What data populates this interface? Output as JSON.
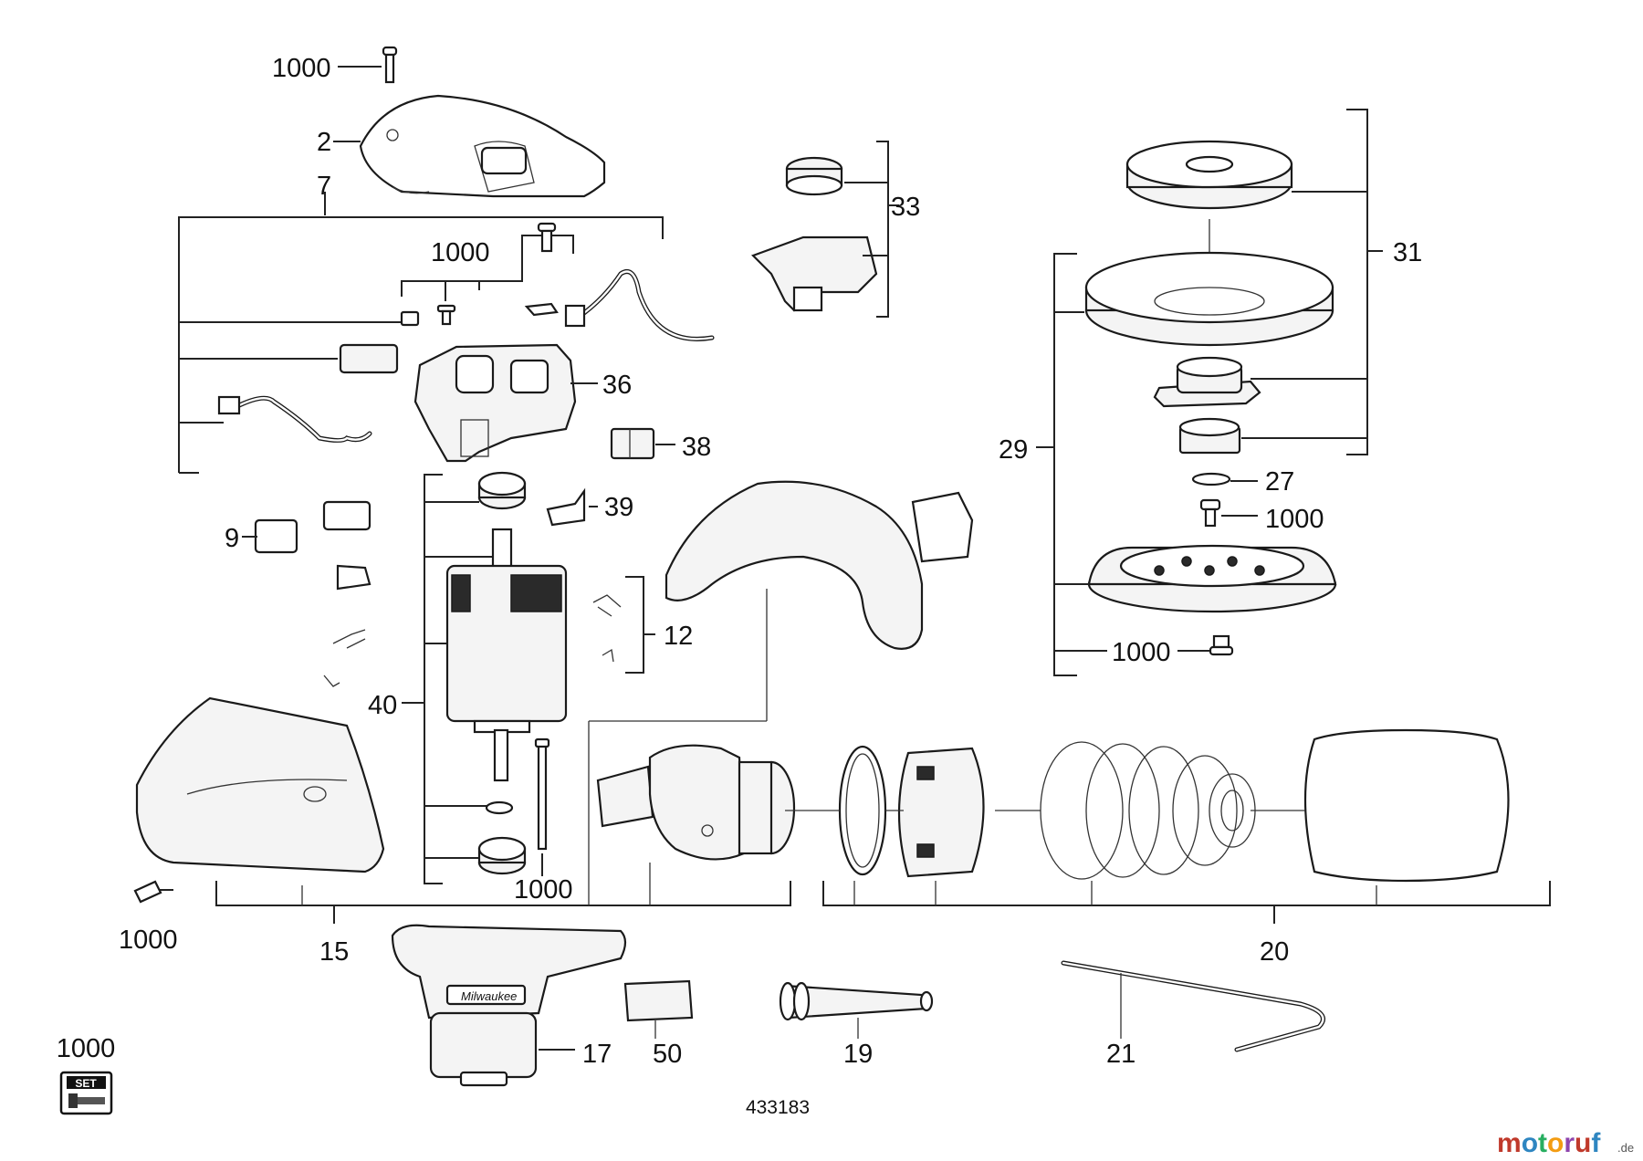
{
  "diagram_number": "433183",
  "watermark": {
    "brand": "motoruf",
    "suffix": ".de",
    "colors": [
      "#c0392b",
      "#2e86c1",
      "#27ae60",
      "#f39c12",
      "#8e44ad"
    ]
  },
  "set_badge": {
    "number": "1000",
    "text": "SET"
  },
  "part_labels": {
    "p2": "2",
    "p7": "7",
    "p9": "9",
    "p12": "12",
    "p15": "15",
    "p17": "17",
    "p19": "19",
    "p20": "20",
    "p21": "21",
    "p27": "27",
    "p29": "29",
    "p31": "31",
    "p33": "33",
    "p36": "36",
    "p38": "38",
    "p39": "39",
    "p40": "40",
    "p50": "50",
    "screw": "1000"
  },
  "brand_on_handle": "Milwaukee"
}
